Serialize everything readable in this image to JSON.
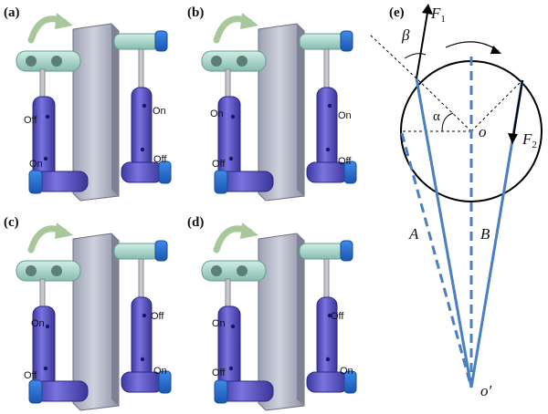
{
  "panels": [
    {
      "label": "(a)",
      "states": [
        "Off",
        "On",
        "On",
        "Off"
      ]
    },
    {
      "label": "(b)",
      "states": [
        "On",
        "Off",
        "On",
        "Off"
      ]
    },
    {
      "label": "(c)",
      "states": [
        "On",
        "Off",
        "Off",
        "On"
      ]
    },
    {
      "label": "(d)",
      "states": [
        "On",
        "Off",
        "Off",
        "On"
      ]
    }
  ],
  "geometry_panel": {
    "label": "(e)",
    "force1": "F",
    "force1_sub": "1",
    "force2": "F",
    "force2_sub": "2",
    "beta": "β",
    "alpha": "α",
    "center": "o",
    "pivot": "o′",
    "line_a": "A",
    "line_b": "B"
  },
  "colors": {
    "frame": "#b8bccc",
    "cylinder": "#5a55c8",
    "cap": "#2a73d8",
    "coupler": "#a9d6cc",
    "arrow": "#a8c79a",
    "geometry_line": "#4a7fc0"
  }
}
